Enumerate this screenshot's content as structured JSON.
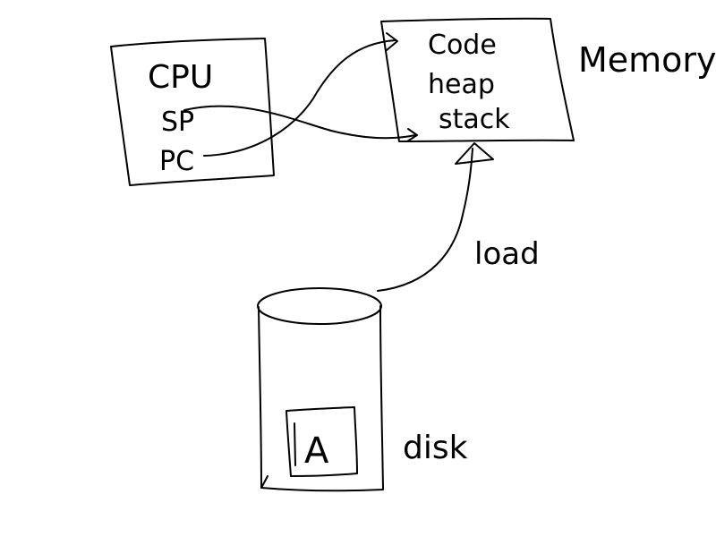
{
  "cpu": {
    "title": "CPU",
    "registers": [
      "SP",
      "PC"
    ]
  },
  "memory": {
    "title": "Memory",
    "segments": [
      "Code",
      "heap",
      "stack"
    ]
  },
  "disk": {
    "title": "disk",
    "program": "A"
  },
  "edges": {
    "load_label": "load"
  },
  "colors": {
    "ink": "#000000",
    "background": "#ffffff"
  }
}
